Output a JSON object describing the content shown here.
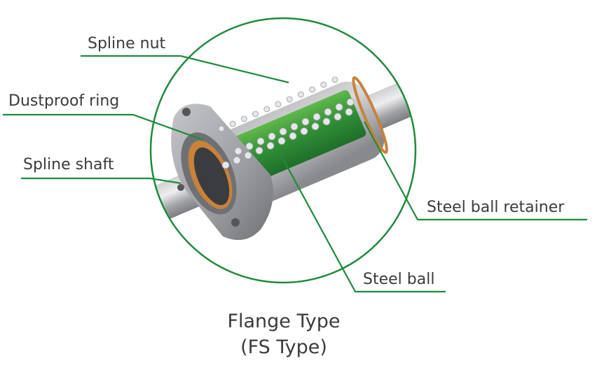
{
  "labels": {
    "spline_nut": "Spline nut",
    "dustproof_ring": "Dustproof ring",
    "spline_shaft": "Spline shaft",
    "steel_ball_retainer": "Steel ball retainer",
    "steel_ball": "Steel ball"
  },
  "caption": {
    "line1": "Flange Type",
    "line2": "(FS Type)"
  },
  "colors": {
    "leader_green": "#1f8a3b",
    "label_text": "#3b3b3b",
    "retainer_green": "#2f9a3a",
    "metal": "#a9aaac",
    "copper_ring": "#c8823a"
  }
}
